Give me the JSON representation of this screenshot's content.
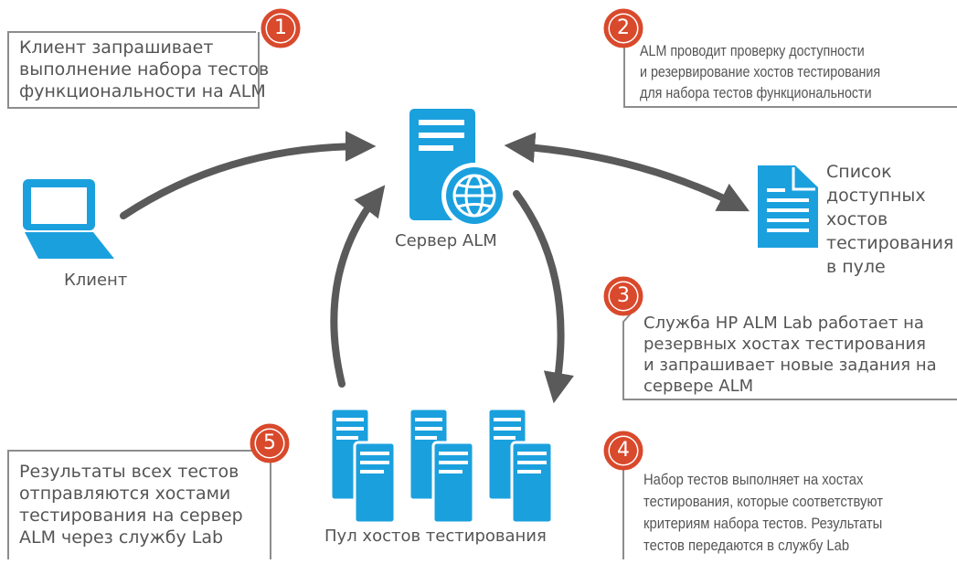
{
  "colors": {
    "accent": "#1ba0de",
    "arrow": "#5a5a5a",
    "badge": "#d9492c",
    "frame": "#8c8c8c",
    "text": "#555555"
  },
  "nodes": {
    "client": {
      "label": "Клиент",
      "icon": "laptop-icon"
    },
    "server": {
      "label": "Сервер ALM",
      "icon": "server-globe-icon"
    },
    "host_list": {
      "label": "Список\nдоступных\nхостов\nтестирования\n  в пуле",
      "icon": "document-icon"
    },
    "host_pool": {
      "label": "Пул хостов тестирования",
      "icon": "server-stack-icon"
    }
  },
  "steps": [
    {
      "number": "1",
      "text": "Клиент запрашивает\nвыполнение набора тестов\nфункциональности на ALM"
    },
    {
      "number": "2",
      "text": "ALM проводит проверку доступности\n  и резервирование хостов тестирования\nдля набора тестов функциональности"
    },
    {
      "number": "3",
      "text": "Служба HP ALM Lab работает на\nрезервных хостах тестирования\nи запрашивает новые задания на\nсервере ALM"
    },
    {
      "number": "4",
      "text": "Набор тестов выполняет на хостах\nтестирования, которые соответствуют\nкритериям набора тестов. Результаты\nтестов передаются в службу Lab"
    },
    {
      "number": "5",
      "text": "Результаты всех тестов\nотправляются хостами\nтестирования на сервер\nALM через службу Lab"
    }
  ]
}
